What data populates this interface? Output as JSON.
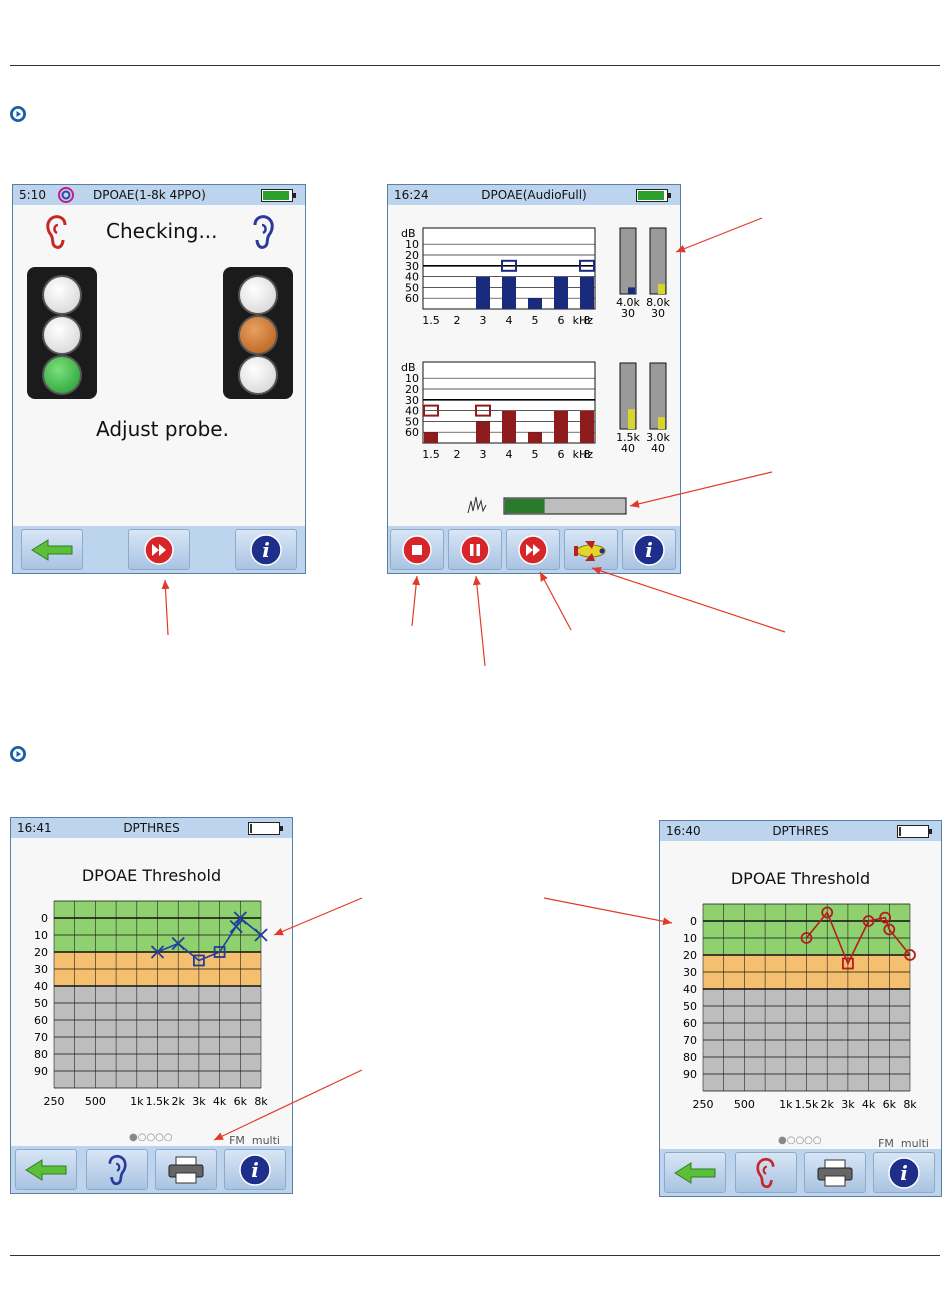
{
  "screen1": {
    "time": "5:10",
    "title": "DPOAE(1-8k 4PPO)",
    "checking": "Checking...",
    "message": "Adjust probe."
  },
  "screen2": {
    "time": "16:24",
    "title": "DPOAE(AudioFull)",
    "db_label": "dB",
    "db_ticks": [
      "10",
      "20",
      "30",
      "40",
      "50",
      "60"
    ],
    "freq_ticks": [
      "1.5",
      "2",
      "3",
      "4",
      "5",
      "6",
      "8"
    ],
    "khz": "kHz",
    "top_chart": {
      "color": "#1a2a7c",
      "bars": [
        {
          "freq": "3",
          "value": 40
        },
        {
          "freq": "4",
          "value": 40
        },
        {
          "freq": "5",
          "value": 60
        },
        {
          "freq": "6",
          "value": 40
        },
        {
          "freq": "8",
          "value": 40
        }
      ],
      "markers": [
        {
          "freq": "4",
          "value": 30
        },
        {
          "freq": "8",
          "value": 30
        }
      ],
      "meters": [
        {
          "freq": "4.0k",
          "value": "30",
          "level": 0.1
        },
        {
          "freq": "8.0k",
          "value": "30",
          "level": 0.15
        }
      ]
    },
    "bottom_chart": {
      "color": "#8e1c1c",
      "bars": [
        {
          "freq": "1.5",
          "value": 60
        },
        {
          "freq": "3",
          "value": 50
        },
        {
          "freq": "4",
          "value": 40
        },
        {
          "freq": "5",
          "value": 60
        },
        {
          "freq": "6",
          "value": 40
        },
        {
          "freq": "8",
          "value": 40
        }
      ],
      "markers": [
        {
          "freq": "1.5",
          "value": 40
        },
        {
          "freq": "3",
          "value": 40
        }
      ],
      "meters": [
        {
          "freq": "1.5k",
          "value": "40",
          "level": 0.3
        },
        {
          "freq": "3.0k",
          "value": "40",
          "level": 0.18
        }
      ]
    },
    "progress": 0.33
  },
  "screen3": {
    "time": "16:41",
    "title": "DPTHRES",
    "heading": "DPOAE Threshold",
    "fm": "FM  multi",
    "series_color": "#1f3f9c",
    "points": [
      {
        "f": "1.5k",
        "v": 20,
        "m": "x"
      },
      {
        "f": "2k",
        "v": 15,
        "m": "x"
      },
      {
        "f": "3k",
        "v": 25,
        "m": "s"
      },
      {
        "f": "4k",
        "v": 20,
        "m": "s"
      },
      {
        "f": "5k",
        "v": 5,
        "m": "x"
      },
      {
        "f": "6k",
        "v": 0,
        "m": "x"
      },
      {
        "f": "8k",
        "v": 10,
        "m": "x"
      }
    ]
  },
  "screen4": {
    "time": "16:40",
    "title": "DPTHRES",
    "heading": "DPOAE Threshold",
    "fm": "FM  multi",
    "series_color": "#b51c1c",
    "points": [
      {
        "f": "1.5k",
        "v": 10,
        "m": "o"
      },
      {
        "f": "2k",
        "v": -5,
        "m": "o"
      },
      {
        "f": "3k",
        "v": 25,
        "m": "s"
      },
      {
        "f": "4k",
        "v": 0,
        "m": "o"
      },
      {
        "f": "5k",
        "v": -2,
        "m": "o"
      },
      {
        "f": "6k",
        "v": 5,
        "m": "o"
      },
      {
        "f": "8k",
        "v": 20,
        "m": "o"
      }
    ]
  },
  "threshold_axis": {
    "y_ticks": [
      "0",
      "10",
      "20",
      "30",
      "40",
      "50",
      "60",
      "70",
      "80",
      "90"
    ],
    "x_ticks": [
      "250",
      "500",
      "1k",
      "1.5k",
      "2k",
      "3k",
      "4k",
      "6k",
      "8k"
    ]
  },
  "colors": {
    "statusbar": "#bcd4ee",
    "green_zone": "#8fd16f",
    "orange_zone": "#f5bf70",
    "gray_zone": "#bdbdbd",
    "annotation": "#e03a2a",
    "bullet": "#1f5fa8"
  },
  "icons": [
    "back-arrow-icon",
    "fast-forward-icon",
    "info-icon",
    "stop-icon",
    "pause-icon",
    "airplane-icon",
    "ear-icon",
    "printer-icon",
    "probe-signal-icon"
  ]
}
